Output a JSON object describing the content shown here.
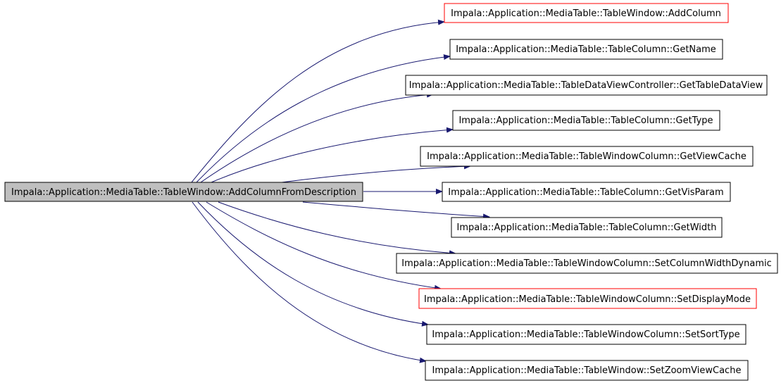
{
  "graph": {
    "source": {
      "label": "Impala::Application::MediaTable::TableWindow::AddColumnFromDescription",
      "fill": "#bfbfbf",
      "border": "#000000"
    },
    "targets": [
      {
        "label": "Impala::Application::MediaTable::TableWindow::AddColumn",
        "border": "#ff0000"
      },
      {
        "label": "Impala::Application::MediaTable::TableColumn::GetName",
        "border": "#000000"
      },
      {
        "label": "Impala::Application::MediaTable::TableDataViewController::GetTableDataView",
        "border": "#000000"
      },
      {
        "label": "Impala::Application::MediaTable::TableColumn::GetType",
        "border": "#000000"
      },
      {
        "label": "Impala::Application::MediaTable::TableWindowColumn::GetViewCache",
        "border": "#000000"
      },
      {
        "label": "Impala::Application::MediaTable::TableColumn::GetVisParam",
        "border": "#000000"
      },
      {
        "label": "Impala::Application::MediaTable::TableColumn::GetWidth",
        "border": "#000000"
      },
      {
        "label": "Impala::Application::MediaTable::TableWindowColumn::SetColumnWidthDynamic",
        "border": "#000000"
      },
      {
        "label": "Impala::Application::MediaTable::TableWindowColumn::SetDisplayMode",
        "border": "#ff0000"
      },
      {
        "label": "Impala::Application::MediaTable::TableWindowColumn::SetSortType",
        "border": "#000000"
      },
      {
        "label": "Impala::Application::MediaTable::TableWindow::SetZoomViewCache",
        "border": "#000000"
      }
    ],
    "edge_color": "#191970"
  }
}
